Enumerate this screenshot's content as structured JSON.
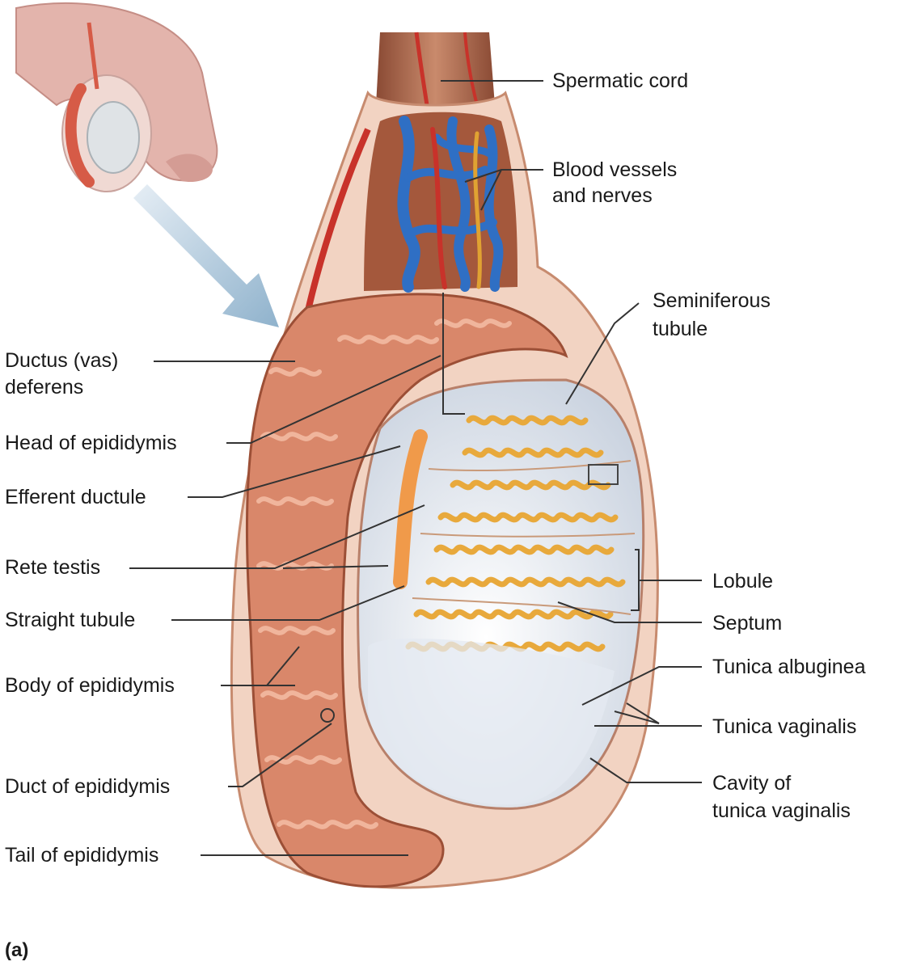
{
  "labels": {
    "spermatic_cord": "Spermatic cord",
    "blood_vessels_1": "Blood vessels",
    "blood_vessels_2": "and nerves",
    "seminiferous_1": "Seminiferous",
    "seminiferous_2": "tubule",
    "ductus_1": "Ductus (vas)",
    "ductus_2": "deferens",
    "head_epididymis": "Head of epididymis",
    "efferent_ductule": "Efferent ductule",
    "rete_testis": "Rete testis",
    "straight_tubule": "Straight tubule",
    "body_epididymis": "Body of epididymis",
    "duct_epididymis": "Duct of epididymis",
    "tail_epididymis": "Tail of epididymis",
    "lobule": "Lobule",
    "septum": "Septum",
    "tunica_albuginea": "Tunica albuginea",
    "tunica_vaginalis": "Tunica vaginalis",
    "cavity_1": "Cavity of",
    "cavity_2": "tunica vaginalis"
  },
  "panel_label": "(a)",
  "colors": {
    "skin": "#e8b7ad",
    "cord": "#b8745a",
    "tunic_outer": "#f2d3c2",
    "epididymis": "#d9876a",
    "tubule": "#f1c15d",
    "vein_blue": "#2f6fc4",
    "artery_red": "#c8322a",
    "albuginea": "#eef1f6",
    "leader": "#333333"
  }
}
